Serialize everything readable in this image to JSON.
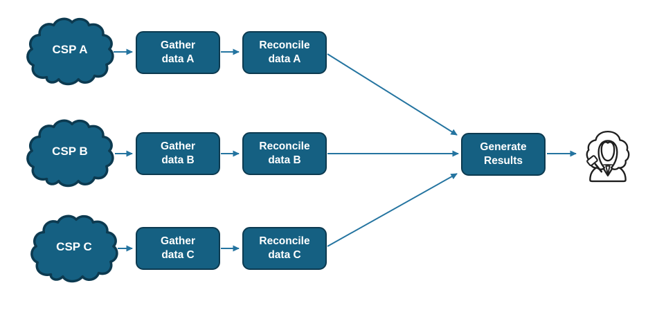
{
  "diagram": {
    "rows": [
      {
        "cloud": "CSP A",
        "gather": [
          "Gather",
          "data A"
        ],
        "reconcile": [
          "Reconcile",
          "data A"
        ]
      },
      {
        "cloud": "CSP B",
        "gather": [
          "Gather",
          "data B"
        ],
        "reconcile": [
          "Reconcile",
          "data B"
        ]
      },
      {
        "cloud": "CSP C",
        "gather": [
          "Gather",
          "data C"
        ],
        "reconcile": [
          "Reconcile",
          "data C"
        ]
      }
    ],
    "generate": [
      "Generate",
      "Results"
    ],
    "icons": {
      "sources": "cloud-icon",
      "end_user": "judge-with-gavel-icon"
    },
    "colors": {
      "shape_fill": "#156082",
      "shape_border": "#0c3a50",
      "arrow": "#2474a0",
      "label_text": "#ffffff",
      "background": "#ffffff",
      "icon_outline": "#1f1f1f"
    }
  }
}
